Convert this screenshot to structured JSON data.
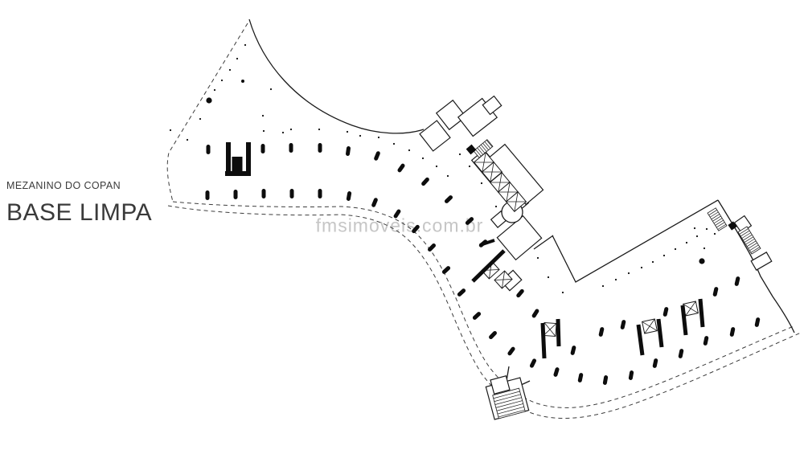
{
  "title": {
    "subtitle": "MEZANINO DO COPAN",
    "main": "BASE LIMPA"
  },
  "watermark": {
    "text": "fmsimoveis.com.br"
  },
  "colors": {
    "ink": "#1b1b1b",
    "dash": "#3c3c3c",
    "title": "#3a3a3a",
    "watermark": "#c6c6c6",
    "fill_black": "#0d0d0d",
    "paper": "#ffffff"
  },
  "plan": {
    "solid_paths": [
      "M 310,24 C 326,78 368,130 438,156 C 468,167 502,169 527,161",
      "M 687,293 L 716,351 L 893,249",
      "M 893,249 C 904,267 917,288 927,306 C 936,321 941,332 946,344 L 961,369 C 970,382 981,399 988,414",
      "M 630,474 L 633,456",
      "M 646,480 L 659,474",
      "M 664,310 L 688,293"
    ],
    "dashed_paths": [
      "M 308,29 L 210,190 C 206,208 209,228 215,251",
      "M 215,251 C 290,258 380,258 424,257 C 470,259 503,274 523,296 C 544,319 555,344 567,371 C 579,399 591,431 608,456 C 622,475 642,492 665,501 C 702,514 742,506 792,488 C 852,466 925,432 987,406",
      "M 209,256 C 270,267 378,269 422,267 C 467,269 496,284 515,306 C 535,329 547,355 559,382 C 570,408 583,440 599,465 C 615,487 637,505 661,514 C 700,528 747,518 798,499 C 858,477 932,442 996,414",
      "M 636,313 L 659,302"
    ],
    "rooms": [
      [
        541,
        169,
        27,
        27,
        -38
      ],
      [
        561,
        143,
        26,
        26,
        -38
      ],
      [
        594,
        146,
        38,
        30,
        -38
      ],
      [
        612,
        131,
        18,
        15,
        -38
      ],
      [
        622,
        226,
        20,
        86,
        -40
      ],
      [
        641,
        217,
        28,
        74,
        -40
      ],
      [
        621,
        273,
        16,
        13,
        -40
      ],
      [
        646,
        296,
        42,
        36,
        -40
      ],
      [
        636,
        349,
        20,
        16,
        -42
      ],
      [
        631,
        496,
        44,
        42,
        -15
      ],
      [
        622,
        479,
        20,
        18,
        -15
      ],
      [
        924,
        279,
        15,
        15,
        -35
      ],
      [
        947,
        325,
        22,
        13,
        -30
      ]
    ],
    "circles": [
      [
        637,
        264,
        13
      ]
    ],
    "hatches": [
      [
        601,
        185,
        22,
        11,
        -40,
        "v",
        3
      ],
      [
        892,
        273,
        12,
        26,
        -32,
        "h",
        3
      ],
      [
        932,
        299,
        13,
        32,
        -32,
        "h",
        3
      ],
      [
        633,
        502,
        34,
        30,
        -15,
        "h",
        4
      ]
    ],
    "xboxes": [
      [
        602,
        202,
        19,
        16,
        -40
      ],
      [
        612,
        214,
        19,
        16,
        -40
      ],
      [
        622,
        227,
        19,
        16,
        -40
      ],
      [
        632,
        239,
        19,
        16,
        -40
      ],
      [
        642,
        251,
        19,
        16,
        -40
      ],
      [
        610,
        336,
        17,
        14,
        -42
      ],
      [
        626,
        348,
        17,
        14,
        -42
      ],
      [
        684,
        410,
        15,
        16,
        4
      ],
      [
        808,
        406,
        16,
        15,
        -12
      ],
      [
        859,
        384,
        16,
        15,
        -12
      ]
    ],
    "bars": [
      [
        588,
        350,
        627,
        312,
        5
      ],
      [
        675,
        402,
        677,
        446,
        5
      ],
      [
        694,
        397,
        695,
        431,
        5
      ],
      [
        794,
        404,
        799,
        442,
        5
      ],
      [
        819,
        397,
        823,
        432,
        5
      ],
      [
        849,
        380,
        853,
        417,
        5
      ],
      [
        871,
        372,
        874,
        407,
        5
      ],
      [
        597,
        305,
        615,
        299,
        4
      ]
    ],
    "rects": [
      [
        284,
        198,
        6,
        42,
        0
      ],
      [
        309,
        198,
        6,
        42,
        0
      ],
      [
        296,
        216,
        32,
        6,
        0
      ],
      [
        295,
        207,
        13,
        24,
        0
      ],
      [
        586,
        186,
        9,
        9,
        -40
      ],
      [
        911,
        281,
        8,
        8,
        -35
      ]
    ],
    "pills": [
      [
        259,
        186,
        0
      ],
      [
        327,
        185,
        0
      ],
      [
        362,
        184,
        0
      ],
      [
        398,
        184,
        0
      ],
      [
        433,
        188,
        8
      ],
      [
        469,
        194,
        22
      ],
      [
        499,
        209,
        35
      ],
      [
        529,
        226,
        42
      ],
      [
        558,
        248,
        46
      ],
      [
        584,
        275,
        48
      ],
      [
        601,
        303,
        50
      ],
      [
        258,
        243,
        0
      ],
      [
        293,
        242,
        0
      ],
      [
        328,
        241,
        0
      ],
      [
        363,
        241,
        0
      ],
      [
        398,
        241,
        0
      ],
      [
        434,
        244,
        10
      ],
      [
        466,
        252,
        22
      ],
      [
        494,
        266,
        33
      ],
      [
        517,
        285,
        41
      ],
      [
        537,
        308,
        45
      ],
      [
        555,
        336,
        47
      ],
      [
        574,
        364,
        48
      ],
      [
        593,
        393,
        47
      ],
      [
        613,
        417,
        44
      ],
      [
        636,
        437,
        36
      ],
      [
        663,
        452,
        26
      ],
      [
        692,
        463,
        17
      ],
      [
        722,
        470,
        12
      ],
      [
        753,
        473,
        10
      ],
      [
        785,
        467,
        10
      ],
      [
        815,
        452,
        12
      ],
      [
        847,
        440,
        12
      ],
      [
        878,
        424,
        12
      ],
      [
        911,
        413,
        12
      ],
      [
        942,
        401,
        12
      ],
      [
        647,
        365,
        40
      ],
      [
        666,
        390,
        32
      ],
      [
        713,
        436,
        14
      ],
      [
        748,
        413,
        13
      ],
      [
        775,
        404,
        13
      ],
      [
        828,
        388,
        13
      ],
      [
        890,
        363,
        13
      ],
      [
        917,
        350,
        13
      ]
    ],
    "dots": [
      [
        305,
        56,
        1.1
      ],
      [
        295,
        73,
        1.1
      ],
      [
        286,
        87,
        1.1
      ],
      [
        276,
        100,
        1.1
      ],
      [
        302,
        101,
        2
      ],
      [
        267,
        112,
        1.1
      ],
      [
        260,
        125,
        3.6
      ],
      [
        249,
        148,
        1.1
      ],
      [
        212,
        162,
        1.1
      ],
      [
        233,
        174,
        1.1
      ],
      [
        337,
        111,
        1.1
      ],
      [
        327,
        144,
        1.1
      ],
      [
        328,
        163,
        1.1
      ],
      [
        352,
        165,
        1.1
      ],
      [
        362,
        161,
        1.1
      ],
      [
        397,
        161,
        1.1
      ],
      [
        432,
        164,
        1.1
      ],
      [
        448,
        169,
        1.1
      ],
      [
        471,
        171,
        1.1
      ],
      [
        490,
        179,
        1.1
      ],
      [
        509,
        187,
        1.1
      ],
      [
        526,
        197,
        1.1
      ],
      [
        543,
        207,
        1.1
      ],
      [
        557,
        219,
        1.1
      ],
      [
        572,
        192,
        1.1
      ],
      [
        584,
        207,
        1.1
      ],
      [
        599,
        228,
        1.1
      ],
      [
        617,
        257,
        1.1
      ],
      [
        669,
        321,
        1.1
      ],
      [
        682,
        345,
        1.1
      ],
      [
        700,
        364,
        1.1
      ],
      [
        750,
        356,
        1.1
      ],
      [
        766,
        348,
        1.1
      ],
      [
        782,
        340,
        1.1
      ],
      [
        798,
        333,
        1.1
      ],
      [
        812,
        326,
        1.1
      ],
      [
        826,
        318,
        1.1
      ],
      [
        840,
        310,
        1.1
      ],
      [
        854,
        302,
        1.1
      ],
      [
        867,
        294,
        1.1
      ],
      [
        879,
        285,
        1.1
      ],
      [
        889,
        291,
        1.1
      ],
      [
        876,
        309,
        1.1
      ],
      [
        864,
        284,
        1.1
      ],
      [
        873,
        325,
        3.6
      ]
    ]
  }
}
